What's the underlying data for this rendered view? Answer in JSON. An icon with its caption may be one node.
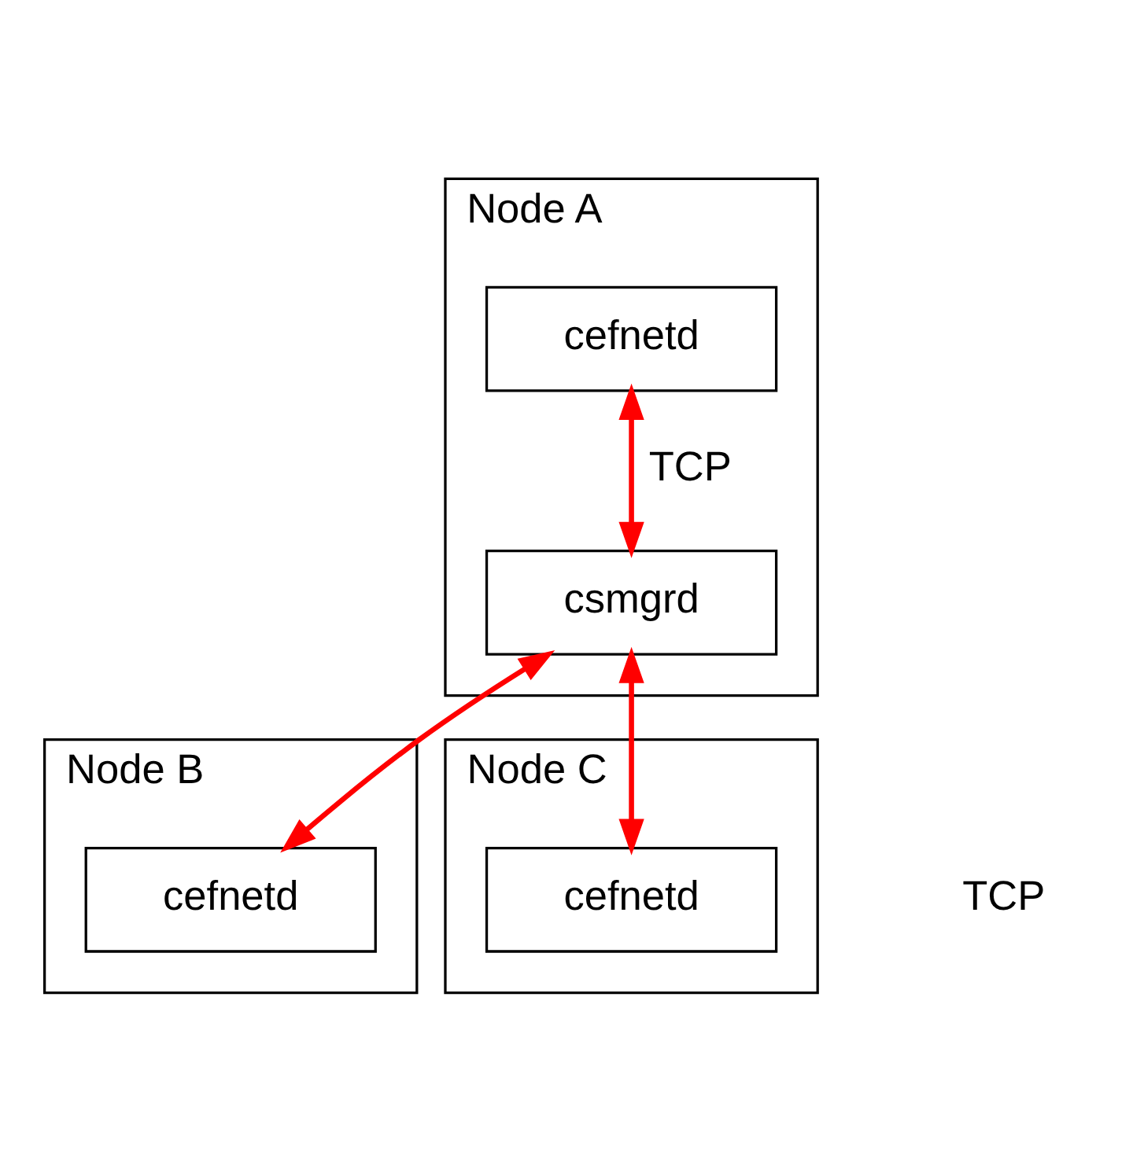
{
  "diagram": {
    "nodes": [
      {
        "text": [
          "Node A"
        ]
      },
      {
        "text": [
          "cefnetd"
        ],
        "in": 0
      },
      {
        "text": [
          "csmgrd"
        ],
        "in": 0
      },
      {
        "text": [
          "Node B"
        ]
      },
      {
        "text": [
          "cefnetd"
        ],
        "in": 3
      },
      {
        "text": [
          "Node C"
        ]
      },
      {
        "text": [
          "cefnetd"
        ],
        "in": 5
      }
    ],
    "edges": [
      {
        "from": 1,
        "to": 2,
        "arrow": "both",
        "label": "TCP",
        "color": "#ff0000"
      },
      {
        "from": 2,
        "to": 4,
        "arrow": "both",
        "color": "#ff0000"
      },
      {
        "from": 2,
        "to": 6,
        "arrow": "both",
        "color": "#ff0000"
      }
    ],
    "labels": [
      "TCP"
    ]
  }
}
